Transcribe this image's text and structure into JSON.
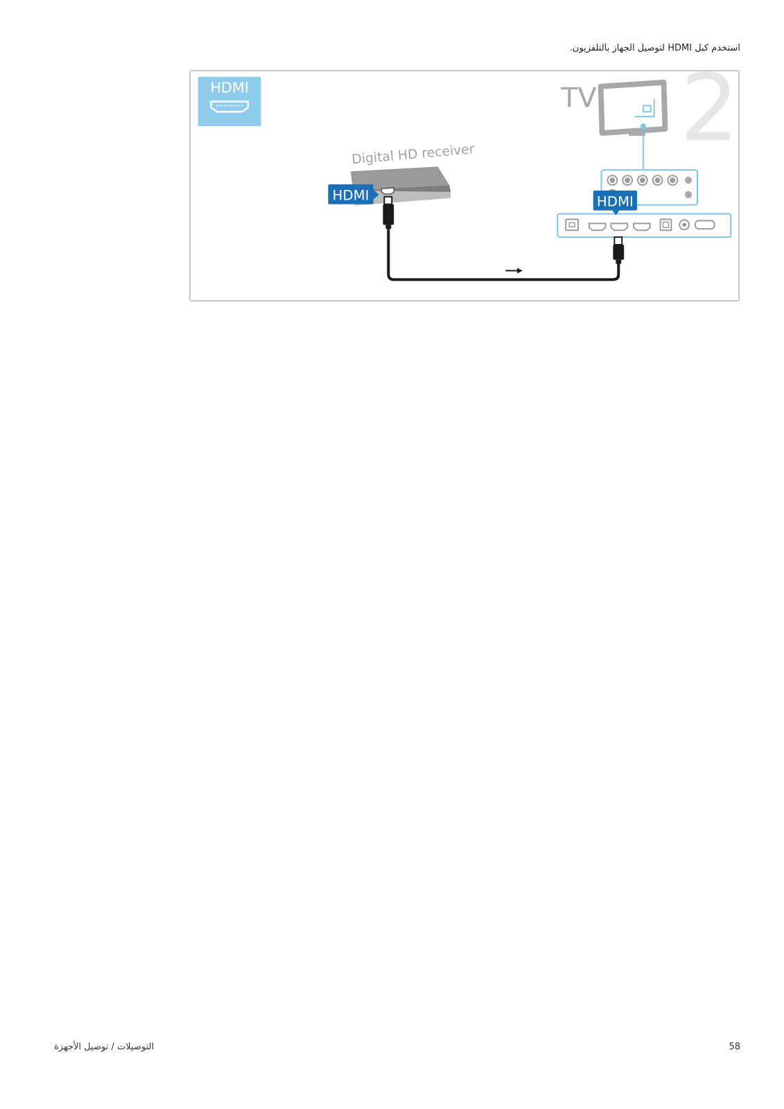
{
  "instruction_text": "استخدم كبل HDMI لتوصيل الجهاز بالتلفزيون.",
  "diagram": {
    "hdmi_logo_label": "HDMI",
    "device_label": "Digital HD receiver",
    "device_port_label": "HDMI",
    "tv_label": "TV",
    "tv_port_label": "HDMI",
    "step_number": "2",
    "colors": {
      "accent_blue": "#1a6fb5",
      "logo_blue": "#8ecbed",
      "panel_stroke": "#7dc4ea",
      "device_gray": "#9a9a9a",
      "cable": "#1a1a1a"
    }
  },
  "footer": {
    "breadcrumb": "التوصيلات / توصيل الأجهزة",
    "page_number": "58"
  }
}
